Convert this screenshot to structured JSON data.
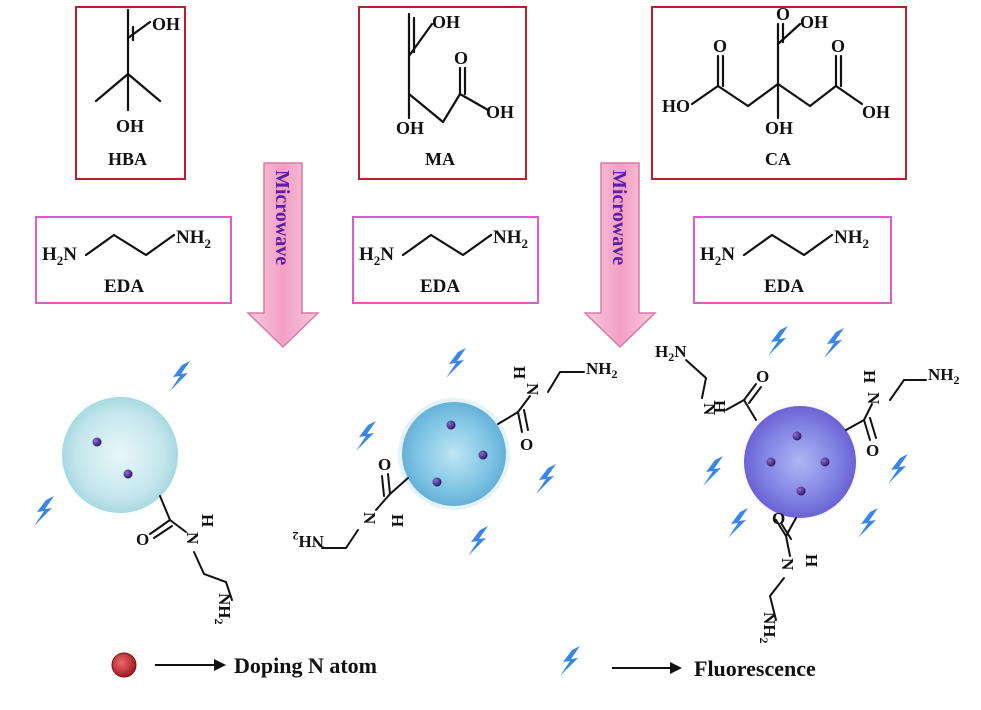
{
  "reactants": [
    {
      "name": "HBA",
      "atom_labels": [
        "OH",
        "OH"
      ]
    },
    {
      "name": "MA",
      "atom_labels": [
        "OH",
        "O",
        "OH",
        "OH"
      ]
    },
    {
      "name": "CA",
      "atom_labels": [
        "OH",
        "O",
        "O",
        "HO",
        "OH",
        "OH"
      ]
    }
  ],
  "amine": {
    "name": "EDA",
    "left_group": "H2N",
    "right_group": "NH2"
  },
  "arrow_label": "Microwave",
  "surface_groups": {
    "carbonyl": "O",
    "amide_n": "N",
    "amide_h": "H",
    "amine": "NH2"
  },
  "legend": {
    "dot_label": "Doping N atom",
    "bolt_label": "Fluorescence"
  },
  "colors": {
    "reactant_border": "#b5212b",
    "eda_border": "#e05bc9",
    "arrow_fill": "#f4a6c8",
    "arrow_text": "#5a1ea8",
    "bolt": "#3a86e6",
    "dot": "#3a1878",
    "legend_dot": "#c0282d"
  }
}
